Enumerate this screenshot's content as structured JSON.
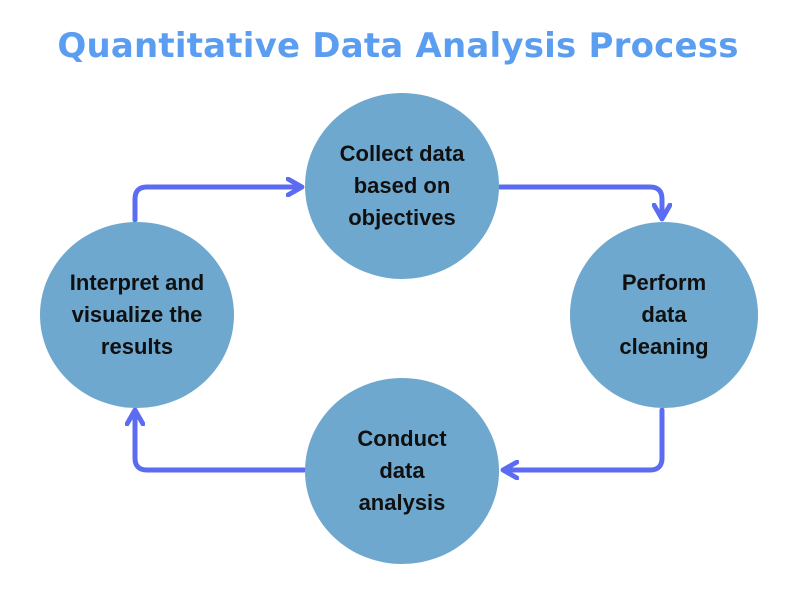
{
  "title": "Quantitative Data Analysis Process",
  "colors": {
    "title": "#5b9ef1",
    "node_fill": "#6fa8cf",
    "arrow": "#5b6cf2",
    "text": "#101010"
  },
  "steps": [
    {
      "label": "Collect data\nbased on\nobjectives"
    },
    {
      "label": "Perform\ndata\ncleaning"
    },
    {
      "label": "Conduct\ndata\nanalysis"
    },
    {
      "label": "Interpret and\nvisualize the\nresults"
    }
  ]
}
